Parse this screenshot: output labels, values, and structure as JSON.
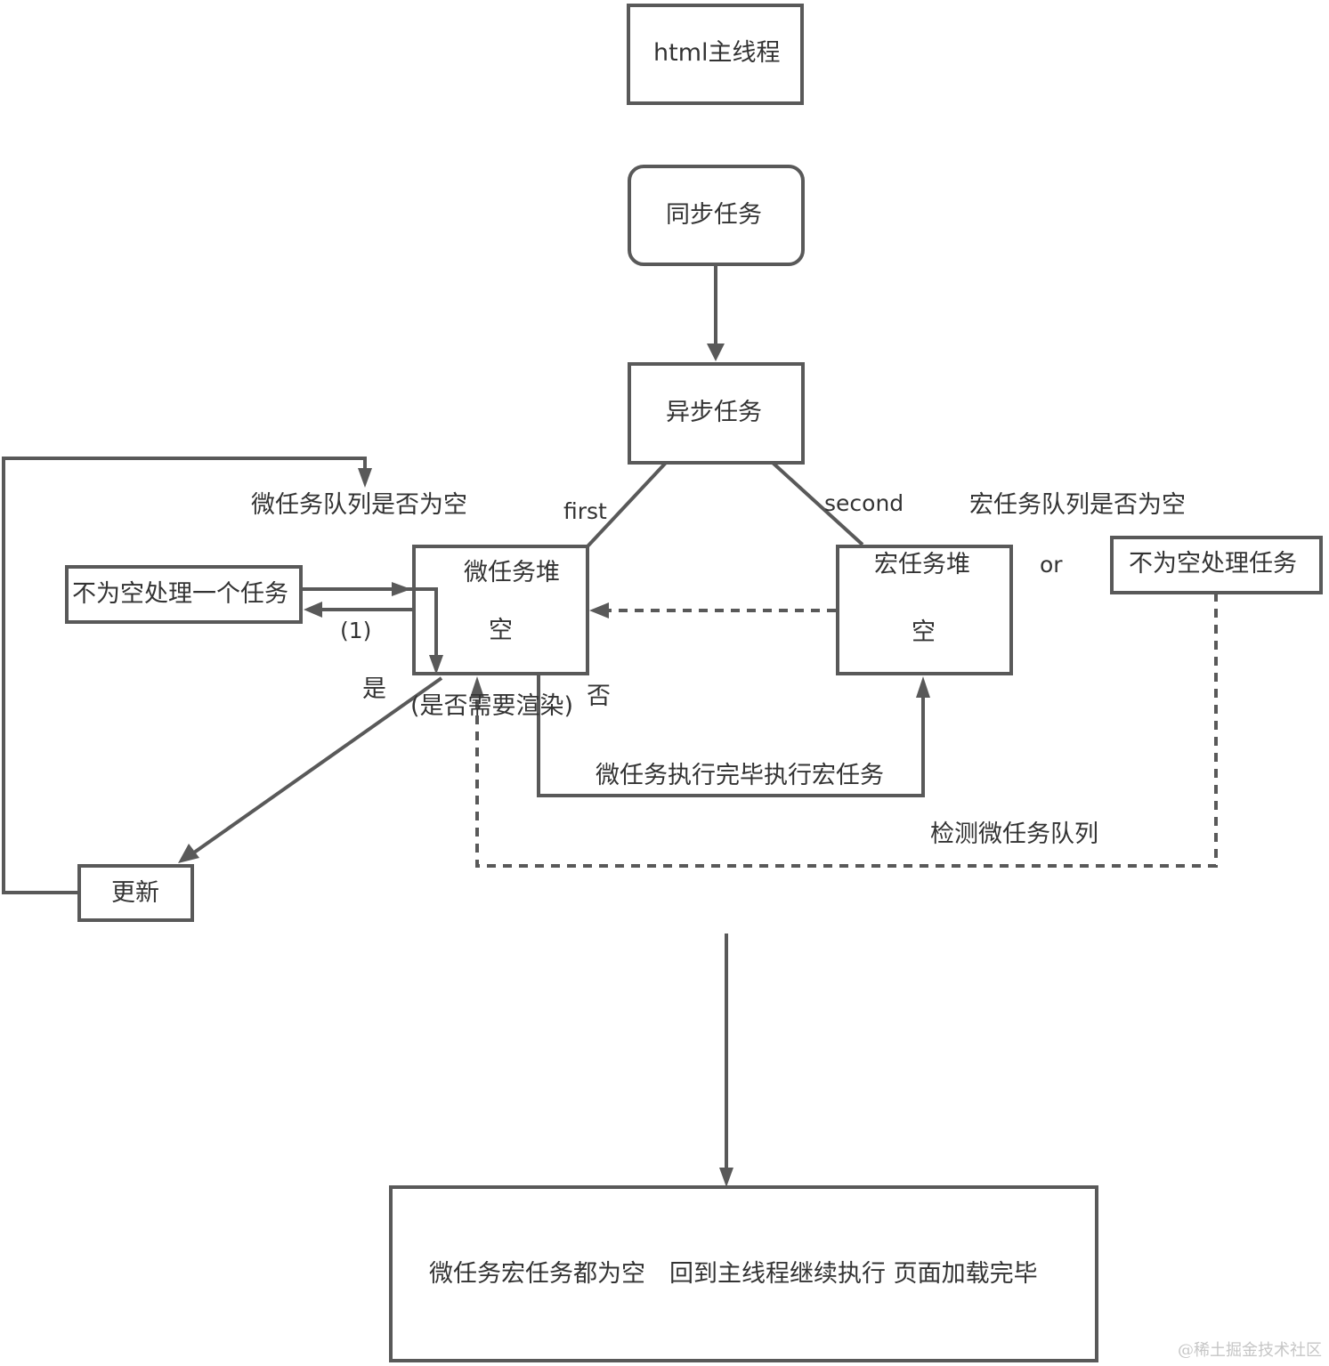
{
  "diagram": {
    "nodes": {
      "main_thread": "html主线程",
      "sync_task": "同步任务",
      "async_task": "异步任务",
      "microtask_heap_title": "微任务堆",
      "microtask_heap_state": "空",
      "macrotask_heap_title": "宏任务堆",
      "macrotask_heap_state": "空",
      "process_one_task": "不为空处理一个任务",
      "process_task": "不为空处理任务",
      "update": "更新",
      "final": "微任务宏任务都为空　回到主线程继续执行 页面加载完毕"
    },
    "labels": {
      "first": "first",
      "second": "second",
      "microtask_queue_empty_q": "微任务队列是否为空",
      "macrotask_queue_empty_q": "宏任务队列是否为空",
      "or": "or",
      "step_one": "(1)",
      "yes": "是",
      "no": "否",
      "need_render_q": "(是否需要渲染)",
      "micro_done_run_macro": "微任务执行完毕执行宏任务",
      "check_microtask_queue": "检测微任务队列"
    },
    "colors": {
      "stroke": "#595959",
      "text": "#333333",
      "background": "#ffffff"
    }
  },
  "watermark": "@稀土掘金技术社区"
}
